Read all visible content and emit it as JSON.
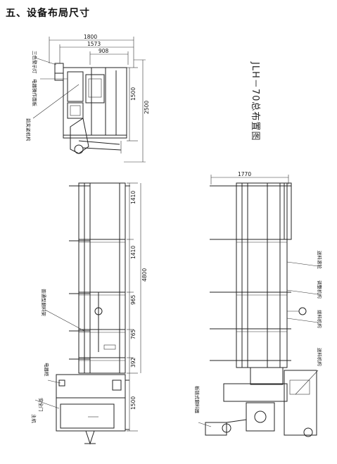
{
  "page": {
    "heading": "五、设备布局尺寸",
    "drawing_title": "JLH－70总布置图"
  },
  "top_view": {
    "dims": {
      "width_1800": "1800",
      "width_1573": "1573",
      "width_908": "908",
      "height_1500": "1500",
      "height_2500": "2500"
    },
    "labels": {
      "tricolor_lamp": "三色警示灯",
      "operation_panel": "电器操作面板",
      "cutter": "前夹紧机构"
    }
  },
  "left_view": {
    "dims": {
      "d1410a": "1410",
      "d1410b": "1410",
      "d965": "965",
      "d765": "765",
      "d392": "392",
      "d4800": "4800",
      "d1500": "1500"
    },
    "labels": {
      "bending_rack": "普通型翻料架",
      "cabinet": "电器柜",
      "main_unit": "主机",
      "safety_door": "安全门"
    }
  },
  "right_view": {
    "dims": {
      "w1770": "1770"
    },
    "labels": {
      "feed_guide": "送料滚轮",
      "adjust": "调整机构",
      "lift": "拨料机构",
      "feed": "送料机构",
      "tiltable": "板链式翻料器"
    }
  }
}
